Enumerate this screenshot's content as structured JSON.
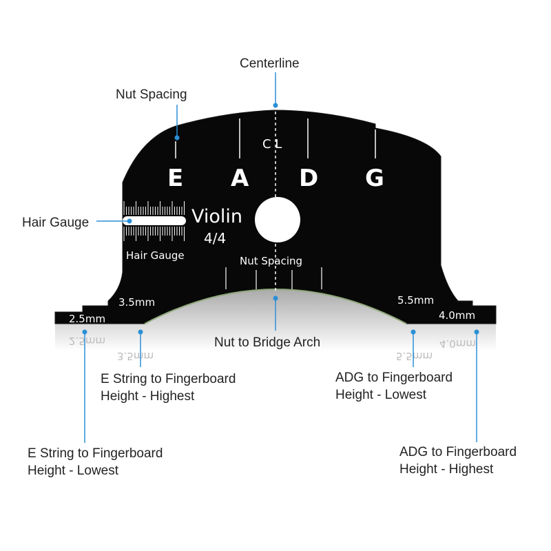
{
  "callouts": {
    "centerline": "Centerline",
    "nut_spacing": "Nut Spacing",
    "hair_gauge": "Hair Gauge",
    "nut_to_bridge_arch": "Nut to Bridge Arch",
    "e_high_line1": "E String to Fingerboard",
    "e_high_line2": "Height - Highest",
    "e_low_line1": "E String to Fingerboard",
    "e_low_line2": "Height - Lowest",
    "adg_low_line1": "ADG to Fingerboard",
    "adg_low_line2": "Height - Lowest",
    "adg_high_line1": "ADG to Fingerboard",
    "adg_high_line2": "Height - Highest"
  },
  "template": {
    "cl_label": "C L",
    "strings": [
      "E",
      "A",
      "D",
      "G"
    ],
    "model": "Violin",
    "size": "4/4",
    "hair_gauge_label": "Hair Gauge",
    "nut_spacing_label": "Nut Spacing",
    "heights": {
      "left_outer": "2.5mm",
      "left_inner": "3.5mm",
      "right_inner": "5.5mm",
      "right_outer": "4.0mm"
    }
  },
  "colors": {
    "template_fill": "#080808",
    "accent": "#2a8fd6",
    "text": "#222222"
  }
}
